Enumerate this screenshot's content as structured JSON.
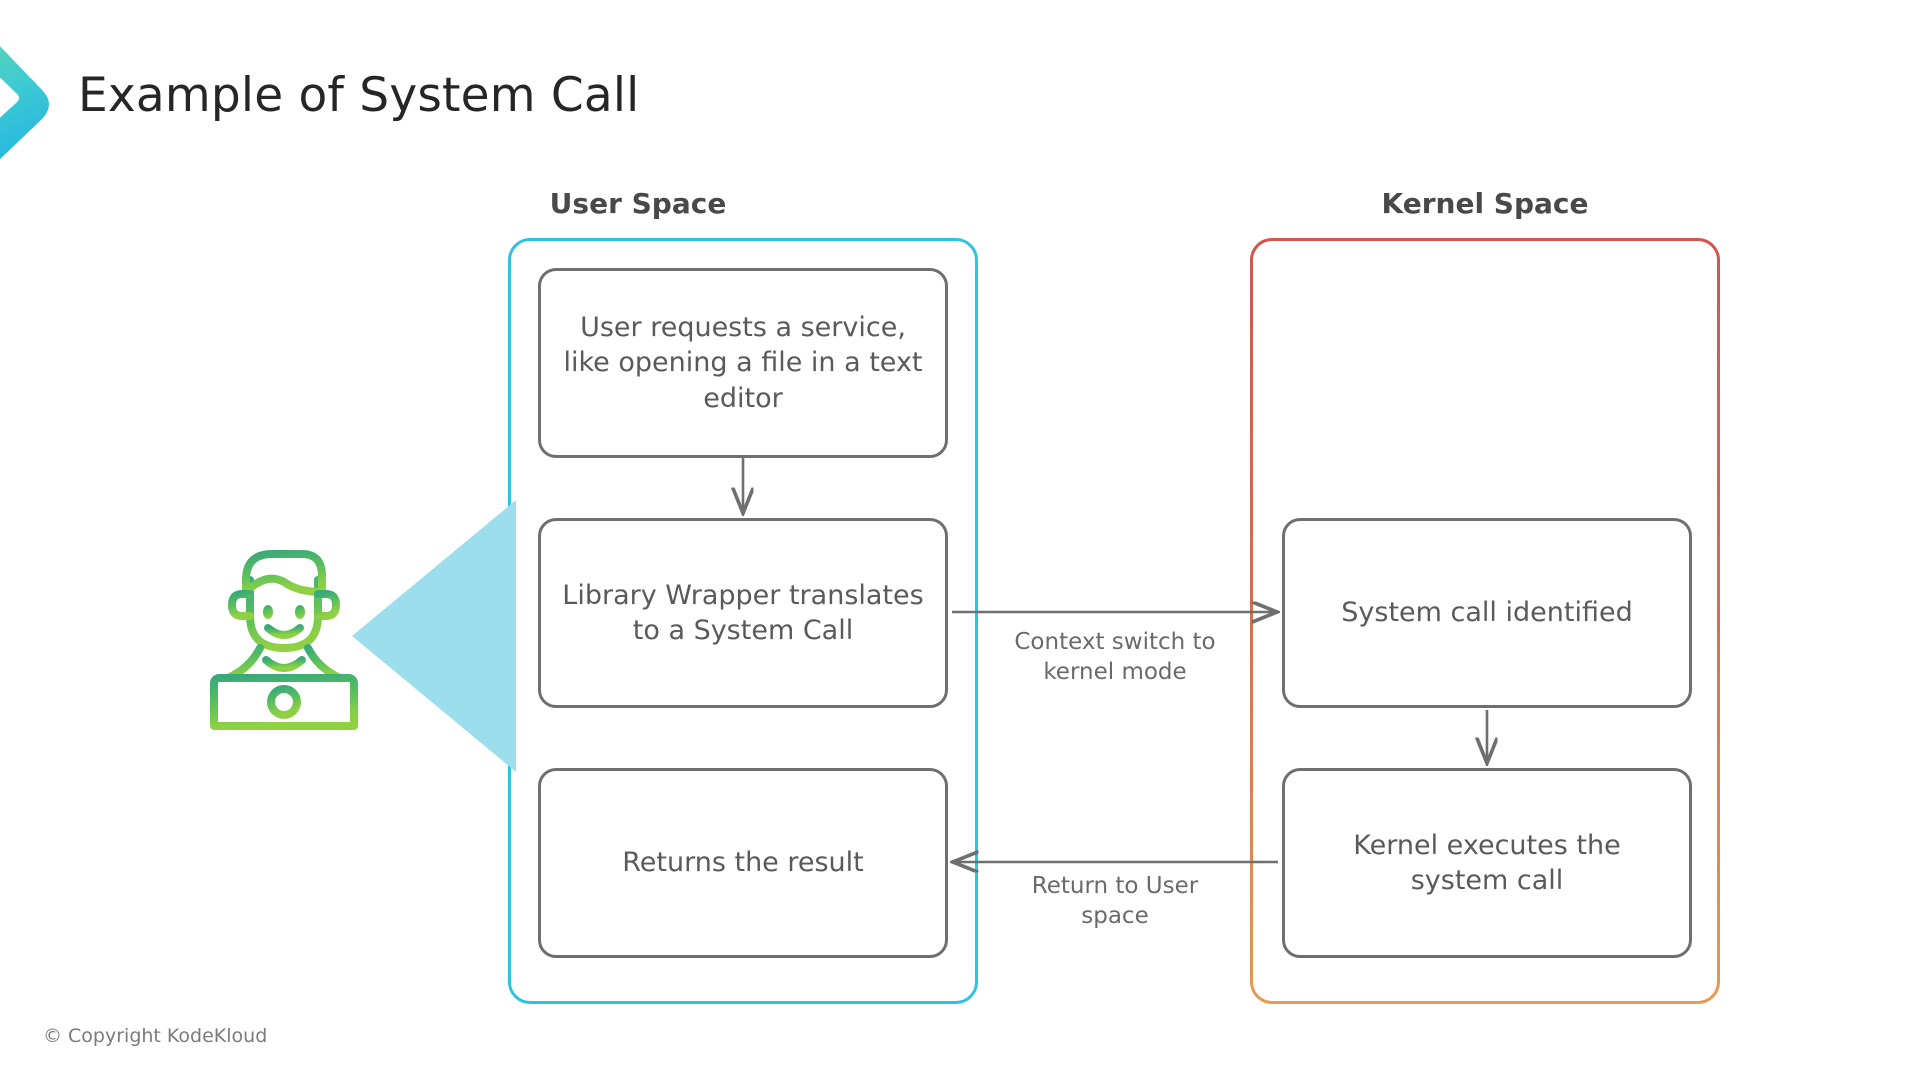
{
  "slide": {
    "title": "Example of System Call",
    "copyright": "© Copyright KodeKloud",
    "background_color": "#ffffff"
  },
  "brand": {
    "logo_icon": "chevron-right-icon",
    "gradient_start": "#5fd6b4",
    "gradient_end": "#2cb8dc"
  },
  "columns": {
    "user_space": {
      "heading": "User Space",
      "border_color": "#2ec4e0"
    },
    "kernel_space": {
      "heading": "Kernel Space",
      "border_color_top": "#d2564f",
      "border_color_bottom": "#e49a52"
    }
  },
  "actor": {
    "icon": "person-at-laptop-icon",
    "gradient_start": "#3fae72",
    "gradient_end": "#8ed04a",
    "wedge_icon": "left-pointing-wedge",
    "wedge_color": "#9fdeec"
  },
  "boxes": {
    "user_request": "User requests a service, like opening a file in a text editor",
    "library_wrapper": "Library Wrapper translates to a System Call",
    "returns_result": "Returns the result",
    "syscall_identified": "System call identified",
    "kernel_executes": "Kernel executes the system call"
  },
  "arrows": {
    "context_switch_label": "Context switch to\nkernel mode",
    "return_user_label": "Return to User\nspace",
    "stroke_color": "#6f6f6f"
  }
}
